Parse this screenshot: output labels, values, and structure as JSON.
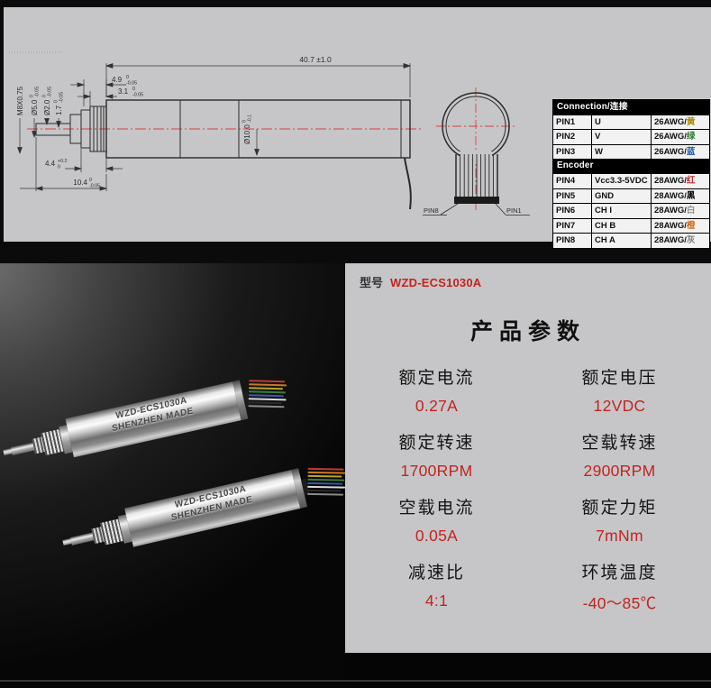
{
  "colors": {
    "accent_red": "#c4231f",
    "drawing_bg": "#c6c6c8",
    "panel_bg": "#c6c6c8",
    "dark_bg": "#070707",
    "centerline_red": "#d94040"
  },
  "drawing": {
    "dims": {
      "overall": "40.7 ±1.0",
      "len49": {
        "v": "4.9",
        "t": [
          "0",
          "-0.05"
        ]
      },
      "len31": {
        "v": "3.1",
        "t": [
          "0",
          "-0.05"
        ]
      },
      "thread": "M8X0.75",
      "dia5": {
        "v": "Ø5.0",
        "t": [
          "0",
          "-0.05"
        ]
      },
      "dia2": {
        "v": "Ø2.0",
        "t": [
          "0",
          "-0.05"
        ]
      },
      "step17": {
        "v": "1.7",
        "t": [
          "0",
          "-0.05"
        ]
      },
      "len44": {
        "v": "4.4",
        "t": [
          "+0.2",
          "0"
        ]
      },
      "len104": {
        "v": "10.4",
        "t": [
          "0",
          "-0.05"
        ]
      },
      "dia10": {
        "v": "Ø10.0",
        "t": [
          "0",
          "-0.1"
        ]
      }
    },
    "end_view": {
      "pin_left": "PIN8",
      "pin_right": "PIN1"
    }
  },
  "pin_table": {
    "section_connection": "Connection/连接",
    "section_encoder": "Encoder",
    "rows": [
      {
        "pin": "PIN1",
        "signal": "U",
        "awg": "26AWG/",
        "color_name": "黄",
        "color_hex": "#a98b0c"
      },
      {
        "pin": "PIN2",
        "signal": "V",
        "awg": "26AWG/",
        "color_name": "绿",
        "color_hex": "#2e7d32"
      },
      {
        "pin": "PIN3",
        "signal": "W",
        "awg": "26AWG/",
        "color_name": "蓝",
        "color_hex": "#1a56b0"
      },
      {
        "pin": "PIN4",
        "signal": "Vcc3.3-5VDC",
        "awg": "28AWG/",
        "color_name": "红",
        "color_hex": "#c62828"
      },
      {
        "pin": "PIN5",
        "signal": "GND",
        "awg": "28AWG/",
        "color_name": "黑",
        "color_hex": "#000000"
      },
      {
        "pin": "PIN6",
        "signal": "CH I",
        "awg": "28AWG/",
        "color_name": "白",
        "color_hex": "#8f8f8f"
      },
      {
        "pin": "PIN7",
        "signal": "CH B",
        "awg": "28AWG/",
        "color_name": "橙",
        "color_hex": "#d2691e"
      },
      {
        "pin": "PIN8",
        "signal": "CH A",
        "awg": "28AWG/",
        "color_name": "灰",
        "color_hex": "#7d7d7d"
      }
    ]
  },
  "product": {
    "model_label": "型号",
    "model": "WZD-ECS1030A",
    "title": "产品参数",
    "engraving_line1": "WZD-ECS1030A",
    "engraving_line2": "SHENZHEN MADE",
    "specs": [
      {
        "label": "额定电流",
        "value": "0.27A"
      },
      {
        "label": "额定电压",
        "value": "12VDC"
      },
      {
        "label": "额定转速",
        "value": "1700RPM"
      },
      {
        "label": "空载转速",
        "value": "2900RPM"
      },
      {
        "label": "空载电流",
        "value": "0.05A"
      },
      {
        "label": "额定力矩",
        "value": "7mNm"
      },
      {
        "label": "减速比",
        "value": "4:1"
      },
      {
        "label": "环境温度",
        "value": "-40～85℃"
      }
    ]
  }
}
